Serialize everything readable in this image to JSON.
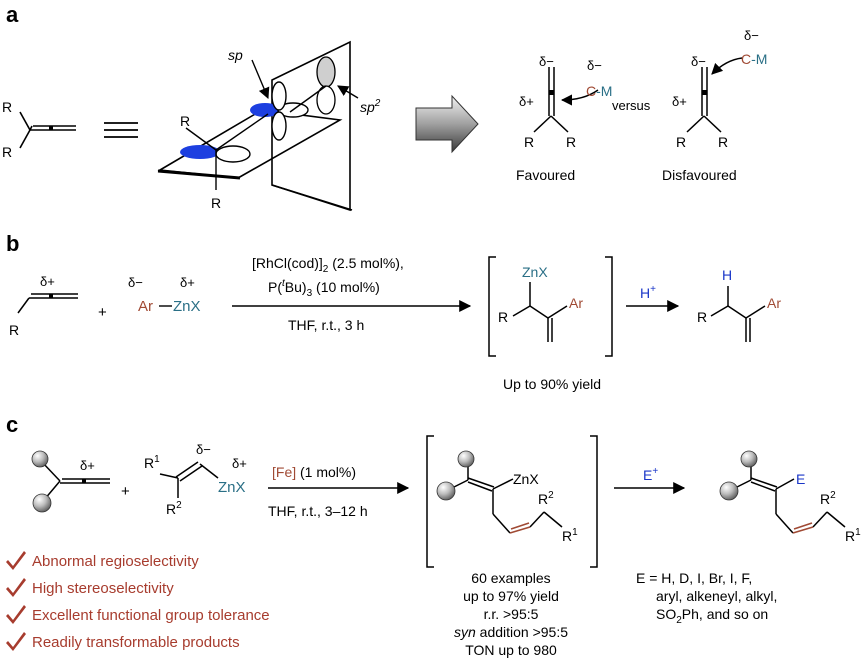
{
  "panel_a": {
    "label": "a",
    "r": "R",
    "sp": "sp",
    "sp2_base": "sp",
    "sp2_sup": "2",
    "delta_minus": "δ−",
    "delta_plus": "δ+",
    "c": "C",
    "m": "-M",
    "versus": "versus",
    "favoured": "Favoured",
    "disfavoured": "Disfavoured"
  },
  "panel_b": {
    "label": "b",
    "delta_plus": "δ+",
    "delta_minus": "δ−",
    "plus": "+",
    "ar": "Ar",
    "znx": "ZnX",
    "r": "R",
    "cond_line1": "[RhCl(cod)]",
    "cond_line1_sub": "2",
    "cond_line1_rest": " (2.5 mol%),",
    "cond_line2_a": "P(",
    "cond_line2_t": "t",
    "cond_line2_b": "Bu)",
    "cond_line2_sub": "3",
    "cond_line2_rest": " (10 mol%)",
    "cond_line3": "THF, r.t., 3 h",
    "h_plus": "H",
    "h_plus_sup": "+",
    "h": "H",
    "yield": "Up to 90% yield"
  },
  "panel_c": {
    "label": "c",
    "delta_plus": "δ+",
    "delta_minus": "δ−",
    "plus": "+",
    "r": "R",
    "r1": "1",
    "r2": "2",
    "znx": "ZnX",
    "fe": "[Fe]",
    "fe_rest": " (1 mol%)",
    "cond2": "THF, r.t., 3–12 h",
    "e_plus": "E",
    "e_plus_sup": "+",
    "e": "E",
    "features": [
      "Abnormal regioselectivity",
      "High stereoselectivity",
      "Excellent functional group tolerance",
      "Readily transformable products"
    ],
    "results": {
      "line1": "60 examples",
      "line2": "up to 97% yield",
      "line3": "r.r. >95:5",
      "line4_italic": "syn",
      "line4_rest": " addition >95:5",
      "line5": "TON up to 980"
    },
    "e_scope": {
      "line1": "E = H, D, I, Br, I, F,",
      "line2": "aryl, alkeneyl, alkyl,",
      "line3_a": "SO",
      "line3_sub": "2",
      "line3_b": "Ph, and so on"
    }
  }
}
